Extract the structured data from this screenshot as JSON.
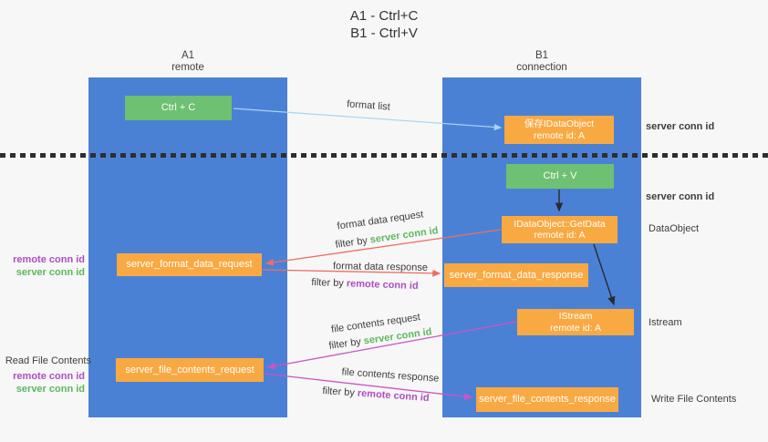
{
  "title": {
    "line1": "A1 - Ctrl+C",
    "line2": "B1 - Ctrl+V"
  },
  "lanes": {
    "a1": {
      "name": "A1",
      "subtitle": "remote"
    },
    "b1": {
      "name": "B1",
      "subtitle": "connection"
    }
  },
  "nodes": {
    "ctrl_c": "Ctrl + C",
    "ctrl_v": "Ctrl + V",
    "save_dataobject_line1": "保存IDataObject",
    "save_dataobject_line2": "remote id: A",
    "getdata_line1": "IDataObject::GetData",
    "getdata_line2": "remote id: A",
    "istream_line1": "IStream",
    "istream_line2": "remote id: A",
    "format_request": "server_format_data_request",
    "format_response": "server_format_data_response",
    "file_request": "server_file_contents_request",
    "file_response": "server_file_contents_response"
  },
  "arrow_labels": {
    "format_list": "format list",
    "format_data_request": "format data request",
    "format_data_response": "format data response",
    "file_contents_request": "file contents request",
    "file_contents_response": "file contents response",
    "filter_by": "filter by",
    "server_conn_id": "server conn id",
    "remote_conn_id": "remote conn id"
  },
  "side_labels": {
    "server_conn_id": "server conn id",
    "remote_conn_id": "remote conn id",
    "dataobject": "DataObject",
    "istream": "Istream",
    "read_file_contents": "Read File Contents",
    "write_file_contents": "Write File Contents"
  },
  "colors": {
    "lane_blue": "#4b81d5",
    "box_green": "#6ec072",
    "box_orange": "#f9a942",
    "text_green": "#5cb85c",
    "text_purple": "#ad4fc2",
    "arrow_blue": "#a6d5f2",
    "arrow_red": "#ee6e63",
    "arrow_magenta": "#cc54c5",
    "arrow_black": "#2b2b2b"
  }
}
